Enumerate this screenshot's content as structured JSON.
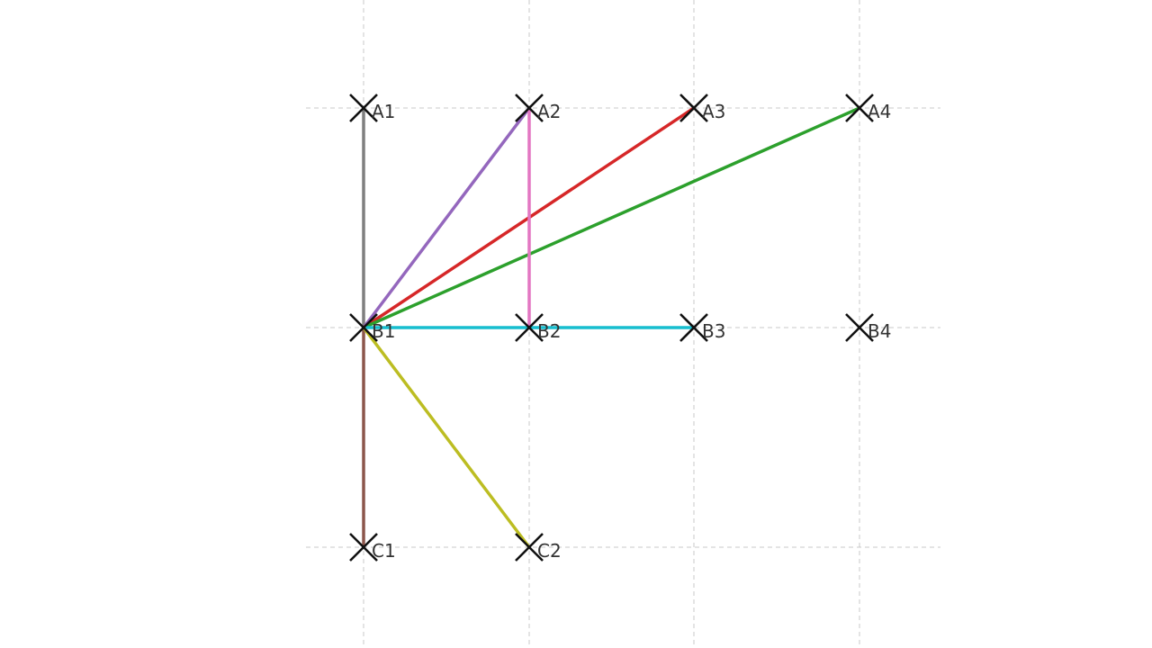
{
  "diagram": {
    "grid": {
      "rows": [
        "A",
        "B",
        "C"
      ],
      "columns": [
        1,
        2,
        3,
        4
      ]
    },
    "nodes": [
      {
        "id": "A1",
        "label": "A1",
        "row": "A",
        "col": 1
      },
      {
        "id": "A2",
        "label": "A2",
        "row": "A",
        "col": 2
      },
      {
        "id": "A3",
        "label": "A3",
        "row": "A",
        "col": 3
      },
      {
        "id": "A4",
        "label": "A4",
        "row": "A",
        "col": 4
      },
      {
        "id": "B1",
        "label": "B1",
        "row": "B",
        "col": 1
      },
      {
        "id": "B2",
        "label": "B2",
        "row": "B",
        "col": 2
      },
      {
        "id": "B3",
        "label": "B3",
        "row": "B",
        "col": 3
      },
      {
        "id": "B4",
        "label": "B4",
        "row": "B",
        "col": 4
      },
      {
        "id": "C1",
        "label": "C1",
        "row": "C",
        "col": 1
      },
      {
        "id": "C2",
        "label": "C2",
        "row": "C",
        "col": 2
      }
    ],
    "edges": [
      {
        "from": "B1",
        "to": "A1",
        "color": "#7f7f7f"
      },
      {
        "from": "B1",
        "to": "A2",
        "color": "#9467bd"
      },
      {
        "from": "B1",
        "to": "A3",
        "color": "#d62728"
      },
      {
        "from": "B1",
        "to": "A4",
        "color": "#2ca02c"
      },
      {
        "from": "B2",
        "to": "A2",
        "color": "#e377c2"
      },
      {
        "from": "B1",
        "to": "B3",
        "color": "#17becf"
      },
      {
        "from": "B1",
        "to": "C1",
        "color": "#8c564b"
      },
      {
        "from": "B1",
        "to": "C2",
        "color": "#bcbd22"
      }
    ]
  }
}
